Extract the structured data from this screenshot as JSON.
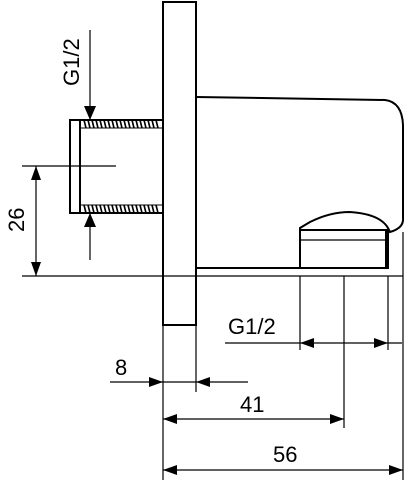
{
  "drawing": {
    "dimensions": {
      "thread_inlet": "G1/2",
      "thread_outlet": "G1/2",
      "height_offset": "26",
      "flange_thickness": "8",
      "outlet_center_distance": "41",
      "overall_depth": "56"
    }
  }
}
